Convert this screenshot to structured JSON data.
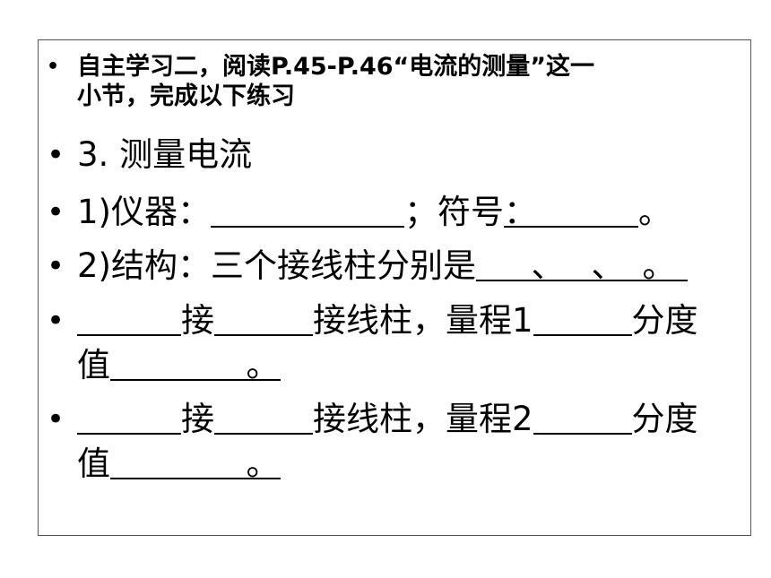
{
  "slide": {
    "bullet_symbol": "•",
    "intro": {
      "line1": "自主学习二，阅读P.45-P.46“电流的测量”这一",
      "line2": "小节，完成以下练习"
    },
    "heading": "3. 测量电流",
    "instrument": {
      "label": "1)仪器：",
      "symbol_label": "；符号",
      "colon": "：",
      "end": "。"
    },
    "structure": {
      "label": "2)结构：三个接线柱分别是",
      "sep1": "、",
      "sep2": "、",
      "end": "。"
    },
    "range1": {
      "connect": "接",
      "terminal": "接线柱，量程1",
      "scale": "分度",
      "value_label": "值",
      "end": "。"
    },
    "range2": {
      "connect": "接",
      "terminal": "接线柱，量程2",
      "scale": "分度",
      "value_label": "值",
      "end": "。"
    }
  }
}
